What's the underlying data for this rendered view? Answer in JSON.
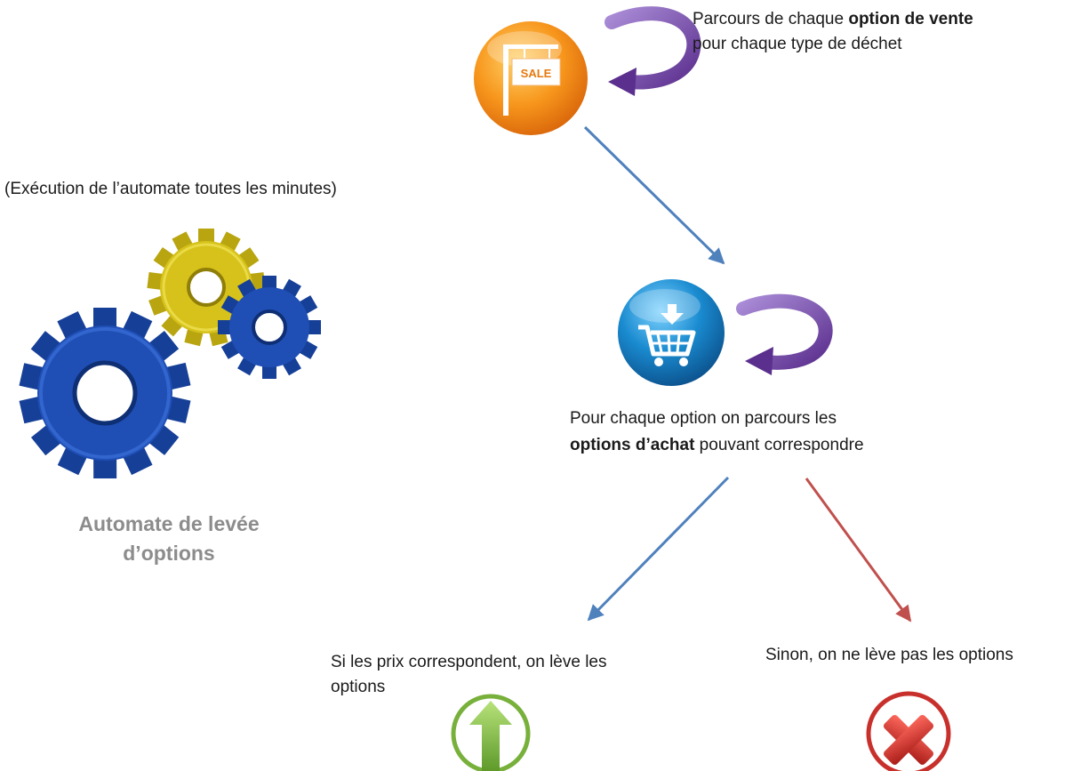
{
  "automate": {
    "schedule_note": "(Exécution de l’automate toutes les minutes)",
    "title_line1": "Automate de levée",
    "title_line2": "d’options"
  },
  "sale_step": {
    "prefix": "Parcours de chaque ",
    "bold": "option de vente",
    "line2": "pour chaque type de déchet"
  },
  "purchase_step": {
    "line1": "Pour chaque option on parcours les",
    "bold": "options d’achat",
    "line2_rest": " pouvant correspondre"
  },
  "outcome_yes": {
    "line1": "Si les prix correspondent, on lève les",
    "line2": "options"
  },
  "outcome_no": {
    "text": "Sinon, on ne lève pas les options"
  },
  "icons": {
    "sale_sign_text": "SALE"
  },
  "colors": {
    "flow_arrow": "#4f81bd",
    "reject_arrow": "#c0504d",
    "loop_arrow": "#7d4fa8",
    "title_gray": "#8c8c8c",
    "gear_blue": "#1f4fb5",
    "gear_yellow": "#d6c21a",
    "sale_orange": "#f08a10",
    "cart_blue": "#1b7fc4",
    "accept_green": "#77b03a",
    "reject_red": "#c8302c"
  }
}
